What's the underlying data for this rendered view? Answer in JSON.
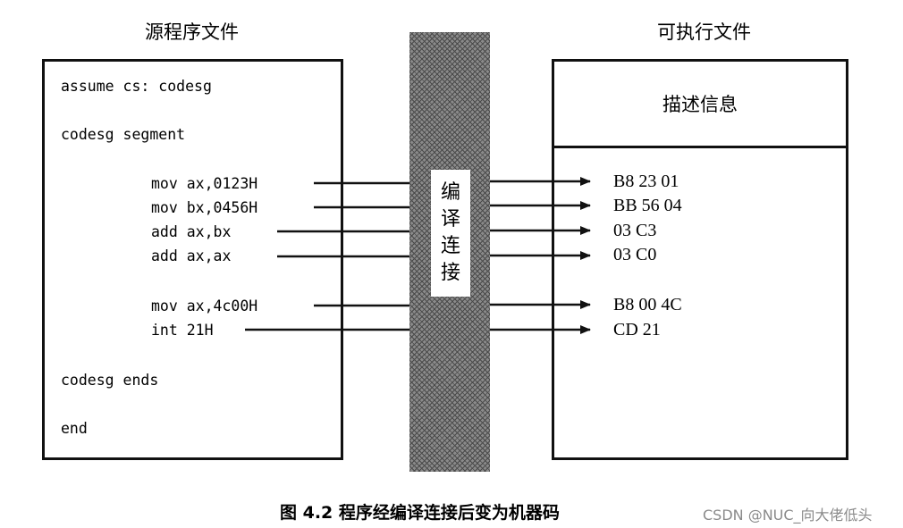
{
  "source": {
    "title": "源程序文件",
    "lines": {
      "assume": "assume cs: codesg",
      "segment": "codesg segment",
      "l1": "mov ax,0123H",
      "l2": "mov bx,0456H",
      "l3": "add ax,bx",
      "l4": "add ax,ax",
      "l5": "mov ax,4c00H",
      "l6": "int 21H",
      "ends": "codesg ends",
      "end": "end"
    }
  },
  "process": {
    "chars": [
      "编",
      "译",
      "连",
      "接"
    ]
  },
  "executable": {
    "title": "可执行文件",
    "header": "描述信息",
    "codes": {
      "c1": "B8 23 01",
      "c2": "BB 56 04",
      "c3": "03 C3",
      "c4": "03 C0",
      "c5": "B8 00 4C",
      "c6": "CD 21"
    }
  },
  "caption": "图 4.2   程序经编译连接后变为机器码",
  "watermark": "CSDN @NUC_向大佬低头"
}
